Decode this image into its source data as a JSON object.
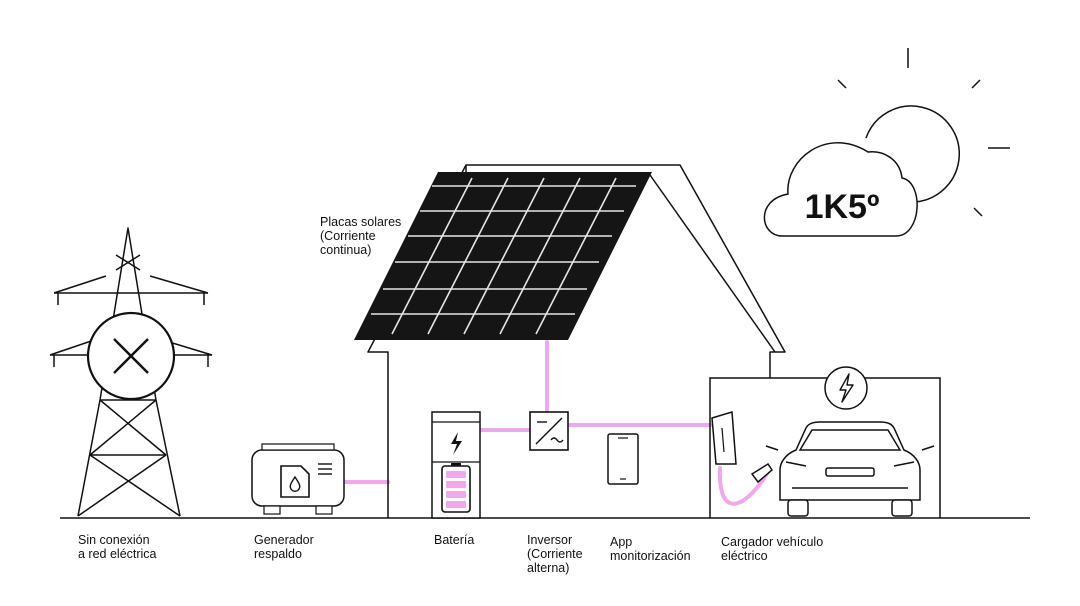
{
  "weather": {
    "temperature": "1K5º"
  },
  "colors": {
    "line": "#111111",
    "flow": "#f0a8ec",
    "panel": "#151515",
    "grid": "#e6e6e6"
  },
  "labels": {
    "solar_panels": [
      "Placas solares",
      "(Corriente",
      "continua)"
    ],
    "off_grid": [
      "Sin conexión",
      "a red eléctrica"
    ],
    "generator": [
      "Generador",
      "respaldo"
    ],
    "battery": [
      "Batería"
    ],
    "inverter": [
      "Inversor",
      "(Corriente",
      "alterna)"
    ],
    "app": [
      "App",
      "monitorización"
    ],
    "ev_charger": [
      "Cargador vehículo",
      "eléctrico"
    ]
  },
  "icons": {
    "tower": "power-tower-icon",
    "disconnected": "close-icon",
    "generator": "fuel-canister-icon",
    "battery_bolt": "lightning-bolt-icon",
    "inverter": "dc-ac-icon",
    "garage_bolt": "lightning-bolt-icon"
  }
}
